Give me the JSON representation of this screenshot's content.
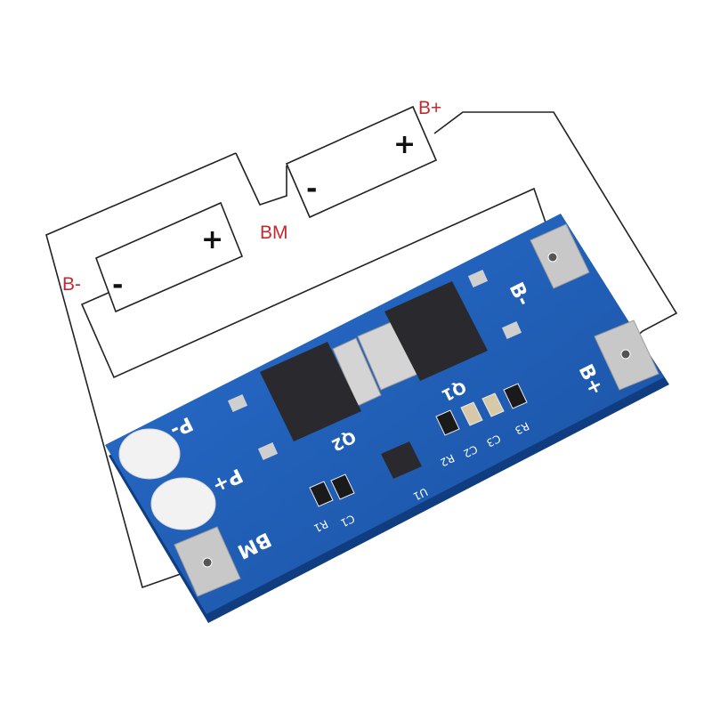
{
  "labels": {
    "b_plus": "B+",
    "b_minus": "B-",
    "bm": "BM"
  },
  "cells": [
    {
      "plus": "+",
      "minus": "-"
    },
    {
      "plus": "+",
      "minus": "-"
    }
  ],
  "board": {
    "silk": {
      "p_minus": "P-",
      "p_plus": "P+",
      "bm": "BM",
      "b_minus": "B-",
      "b_plus": "B+",
      "q1": "Q1",
      "q2": "Q2",
      "u1": "U1",
      "c1": "C1",
      "r1": "R1",
      "r2": "R2",
      "c2": "C2",
      "c3": "C3",
      "r3": "R3"
    }
  },
  "colors": {
    "pcb": "#1f5fb8",
    "label": "#c8282d",
    "mosfet": "#2a2a2e",
    "pad": "#c8c8c8"
  }
}
